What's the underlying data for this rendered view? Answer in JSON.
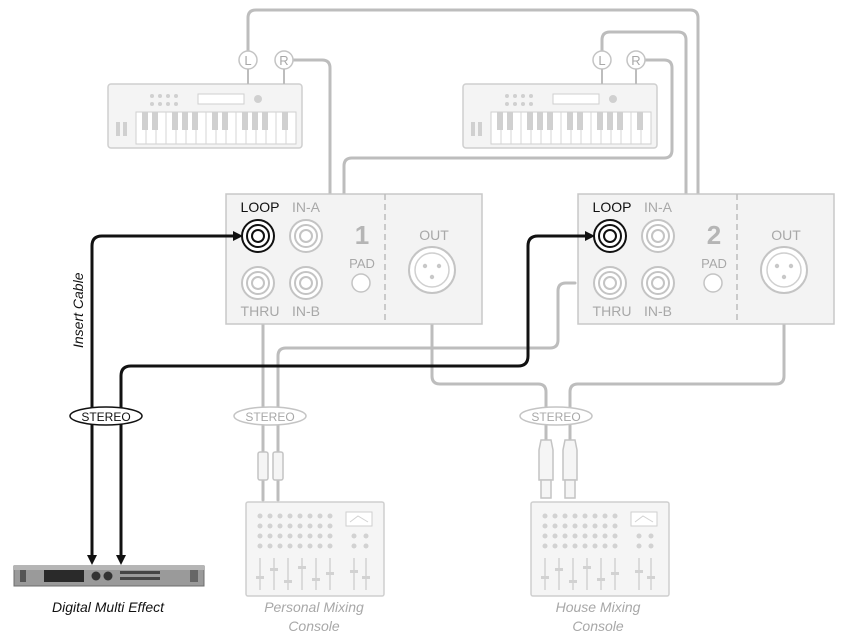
{
  "colors": {
    "active": "#111111",
    "inactive": "#bdbdbd",
    "panel": "#f3f3f3",
    "label_inactive": "#a8a8a8"
  },
  "keyboard_jacks": {
    "left": "L",
    "right": "R"
  },
  "units": [
    {
      "number": "1",
      "loop_label": "LOOP",
      "in_a_label": "IN-A",
      "thru_label": "THRU",
      "in_b_label": "IN-B",
      "pad_label": "PAD",
      "out_label": "OUT"
    },
    {
      "number": "2",
      "loop_label": "LOOP",
      "in_a_label": "IN-A",
      "thru_label": "THRU",
      "in_b_label": "IN-B",
      "pad_label": "PAD",
      "out_label": "OUT"
    }
  ],
  "cable_label": "Insert Cable",
  "stereo_badges": [
    "STEREO",
    "STEREO",
    "STEREO"
  ],
  "devices": {
    "effect": "Digital Multi Effect",
    "personal_mixer": [
      "Personal Mixing",
      "Console"
    ],
    "house_mixer": [
      "House Mixing",
      "Console"
    ]
  }
}
